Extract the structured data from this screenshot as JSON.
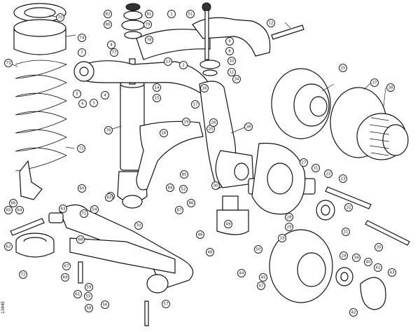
{
  "drawing_code": "1304E",
  "callouts": [
    {
      "id": "75",
      "label": "75"
    },
    {
      "id": "74",
      "label": "74"
    },
    {
      "id": "73",
      "label": "73"
    },
    {
      "id": "72a",
      "label": "72"
    },
    {
      "id": "7a",
      "label": "7"
    },
    {
      "id": "6a",
      "label": "6"
    },
    {
      "id": "3a",
      "label": "3"
    },
    {
      "id": "5a",
      "label": "5"
    },
    {
      "id": "82",
      "label": "82"
    },
    {
      "id": "81",
      "label": "81"
    },
    {
      "id": "80",
      "label": "80"
    },
    {
      "id": "79a",
      "label": "79"
    },
    {
      "id": "78",
      "label": "78"
    },
    {
      "id": "77a",
      "label": "77"
    },
    {
      "id": "1a",
      "label": "1"
    },
    {
      "id": "2a",
      "label": "2"
    },
    {
      "id": "4a",
      "label": "4"
    },
    {
      "id": "4b",
      "label": "4"
    },
    {
      "id": "51",
      "label": "51"
    },
    {
      "id": "9",
      "label": "9"
    },
    {
      "id": "8",
      "label": "8"
    },
    {
      "id": "10",
      "label": "10"
    },
    {
      "id": "11",
      "label": "11"
    },
    {
      "id": "12",
      "label": "12"
    },
    {
      "id": "13",
      "label": "13"
    },
    {
      "id": "14a",
      "label": "14"
    },
    {
      "id": "15a",
      "label": "15"
    },
    {
      "id": "16a",
      "label": "16"
    },
    {
      "id": "17a",
      "label": "17"
    },
    {
      "id": "18a",
      "label": "18"
    },
    {
      "id": "19a",
      "label": "19"
    },
    {
      "id": "20a",
      "label": "20"
    },
    {
      "id": "21a",
      "label": "21"
    },
    {
      "id": "22a",
      "label": "22"
    },
    {
      "id": "23a",
      "label": "23"
    },
    {
      "id": "24a",
      "label": "24"
    },
    {
      "id": "25",
      "label": "25"
    },
    {
      "id": "26",
      "label": "26"
    },
    {
      "id": "27",
      "label": "27"
    },
    {
      "id": "28",
      "label": "28"
    },
    {
      "id": "29",
      "label": "29"
    },
    {
      "id": "30",
      "label": "30"
    },
    {
      "id": "31",
      "label": "31"
    },
    {
      "id": "32",
      "label": "32"
    },
    {
      "id": "33",
      "label": "33"
    },
    {
      "id": "34",
      "label": "34"
    },
    {
      "id": "35",
      "label": "35"
    },
    {
      "id": "36",
      "label": "36"
    },
    {
      "id": "37",
      "label": "37"
    },
    {
      "id": "38",
      "label": "38"
    },
    {
      "id": "39",
      "label": "39"
    },
    {
      "id": "40",
      "label": "40"
    },
    {
      "id": "41",
      "label": "41"
    },
    {
      "id": "42",
      "label": "42"
    },
    {
      "id": "43",
      "label": "43"
    },
    {
      "id": "44",
      "label": "44"
    },
    {
      "id": "45",
      "label": "45"
    },
    {
      "id": "46",
      "label": "46"
    },
    {
      "id": "47",
      "label": "47"
    },
    {
      "id": "48",
      "label": "48"
    },
    {
      "id": "49",
      "label": "49"
    },
    {
      "id": "50",
      "label": "50"
    },
    {
      "id": "52",
      "label": "52"
    },
    {
      "id": "53",
      "label": "53"
    },
    {
      "id": "54",
      "label": "54"
    },
    {
      "id": "55",
      "label": "55"
    },
    {
      "id": "56",
      "label": "56"
    },
    {
      "id": "57",
      "label": "57"
    },
    {
      "id": "58",
      "label": "58"
    },
    {
      "id": "59",
      "label": "59"
    },
    {
      "id": "60",
      "label": "60"
    },
    {
      "id": "61",
      "label": "61"
    },
    {
      "id": "62",
      "label": "62"
    },
    {
      "id": "63",
      "label": "63"
    },
    {
      "id": "64",
      "label": "64"
    },
    {
      "id": "65",
      "label": "65"
    },
    {
      "id": "66",
      "label": "66"
    },
    {
      "id": "67",
      "label": "67"
    },
    {
      "id": "68",
      "label": "68"
    },
    {
      "id": "69",
      "label": "69"
    },
    {
      "id": "70",
      "label": "70"
    },
    {
      "id": "71",
      "label": "71"
    },
    {
      "id": "72b",
      "label": "72"
    },
    {
      "id": "76",
      "label": "76"
    },
    {
      "id": "83",
      "label": "83"
    },
    {
      "id": "84",
      "label": "84"
    },
    {
      "id": "85",
      "label": "85"
    },
    {
      "id": "86",
      "label": "86"
    },
    {
      "id": "87",
      "label": "87"
    }
  ]
}
